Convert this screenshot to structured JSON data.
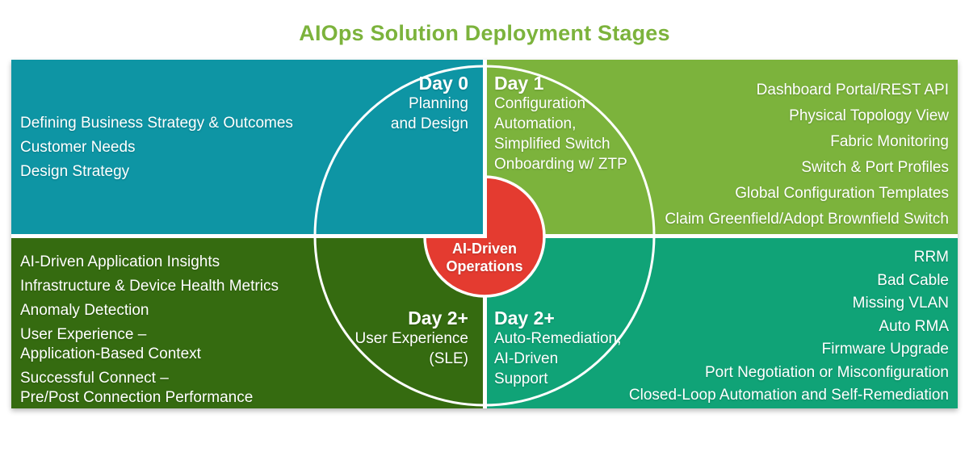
{
  "title": "AIOps Solution Deployment Stages",
  "center_hub": {
    "line1": "AI-Driven",
    "line2": "Operations"
  },
  "quadrants": {
    "day0": {
      "stage": "Day 0",
      "desc": [
        "Planning",
        "and Design"
      ],
      "items": [
        "Defining Business Strategy & Outcomes",
        "Customer Needs",
        "Design Strategy"
      ]
    },
    "day1": {
      "stage": "Day 1",
      "desc": [
        "Configuration",
        "Automation,",
        "Simplified Switch",
        "Onboarding w/ ZTP"
      ],
      "items": [
        "Dashboard Portal/REST API",
        "Physical Topology View",
        "Fabric Monitoring",
        "Switch & Port Profiles",
        "Global Configuration Templates",
        "Claim Greenfield/Adopt Brownfield Switch"
      ]
    },
    "day2_sle": {
      "stage": "Day 2+",
      "desc": [
        "User Experience",
        "(SLE)"
      ],
      "items": [
        [
          "AI-Driven Application Insights"
        ],
        [
          "Infrastructure & Device Health Metrics"
        ],
        [
          "Anomaly Detection"
        ],
        [
          "User Experience –",
          "Application-Based Context"
        ],
        [
          "Successful Connect –",
          "Pre/Post Connection Performance"
        ]
      ]
    },
    "day2_auto": {
      "stage": "Day 2+",
      "desc": [
        "Auto-Remediation,",
        "AI-Driven",
        "Support"
      ],
      "items": [
        "RRM",
        "Bad Cable",
        "Missing VLAN",
        "Auto RMA",
        "Firmware Upgrade",
        "Port Negotiation or Misconfiguration",
        "Closed-Loop Automation and Self-Remediation"
      ]
    }
  },
  "colors": {
    "teal": "#0E95A4",
    "light_green": "#7CB33C",
    "dark_green": "#356B10",
    "sea_green": "#10A377",
    "hub_red": "#E43B30",
    "ring_white": "#FFFFFF",
    "title_green": "#7CB33C"
  }
}
